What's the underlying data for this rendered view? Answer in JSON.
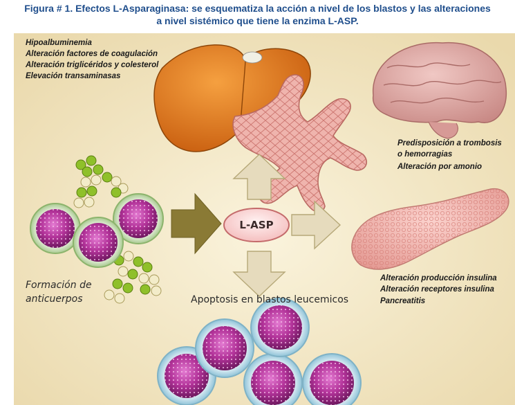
{
  "caption": {
    "line1": "Figura # 1. Efectos L-Asparaginasa: se esquematiza la acción a nivel de los blastos y las alteraciones",
    "line2": "a nivel sistémico que tiene la enzima L-ASP."
  },
  "center_label": "L-ASP",
  "liver_effects": [
    "Hipoalbuminemia",
    "Alteración factores de coagulación",
    "Alteración triglicéridos y colesterol",
    "Elevación transaminasas"
  ],
  "brain_effects": [
    "Predisposición a trombosis",
    "o hemorragias",
    "Alteración por amonio"
  ],
  "pancreas_effects": [
    "Alteración producción insulina",
    "Alteración receptores insulina",
    "Pancreatitis"
  ],
  "antibody_label": [
    "Formación de",
    "anticuerpos"
  ],
  "apoptosis_label": "Apoptosis en blastos leucemicos",
  "colors": {
    "caption": "#1f4e8c",
    "background": "#f2e6c4",
    "liver": "#e07a1f",
    "brain": "#d9a3a0",
    "vessel": "#e8a6a0",
    "pancreas": "#f0b0aa",
    "arrow_main": "#8a7a3a",
    "arrow_light": "#e7dcc0",
    "blast": "#b0389a"
  }
}
